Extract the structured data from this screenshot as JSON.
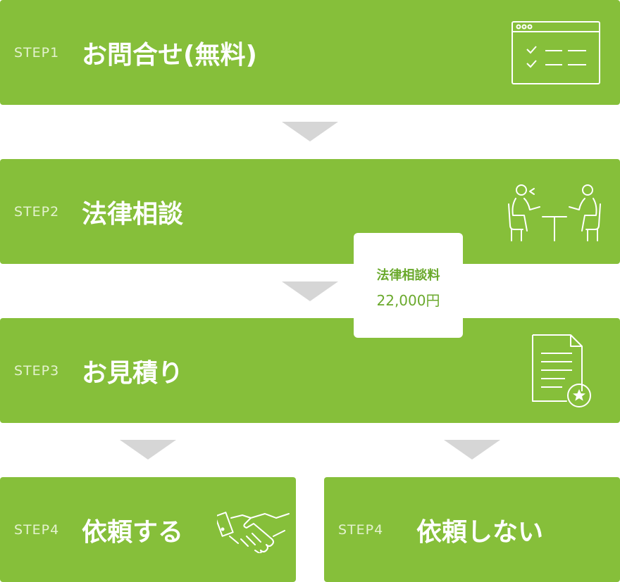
{
  "steps": [
    {
      "label": "STEP1",
      "title": "お問合せ(無料)",
      "icon": "checklist-window-icon"
    },
    {
      "label": "STEP2",
      "title": "法律相談",
      "icon": "consultation-people-icon"
    },
    {
      "label": "STEP3",
      "title": "お見積り",
      "icon": "estimate-document-icon"
    },
    {
      "label": "STEP4",
      "title": "依頼する",
      "icon": "handshake-icon"
    },
    {
      "label": "STEP4",
      "title": "依頼しない"
    }
  ],
  "fee": {
    "label": "法律相談料",
    "amount": "22,000円"
  },
  "colors": {
    "step_bg": "#86bf3a",
    "arrow": "#d6d6d6",
    "fee_text": "#6aa92c"
  }
}
